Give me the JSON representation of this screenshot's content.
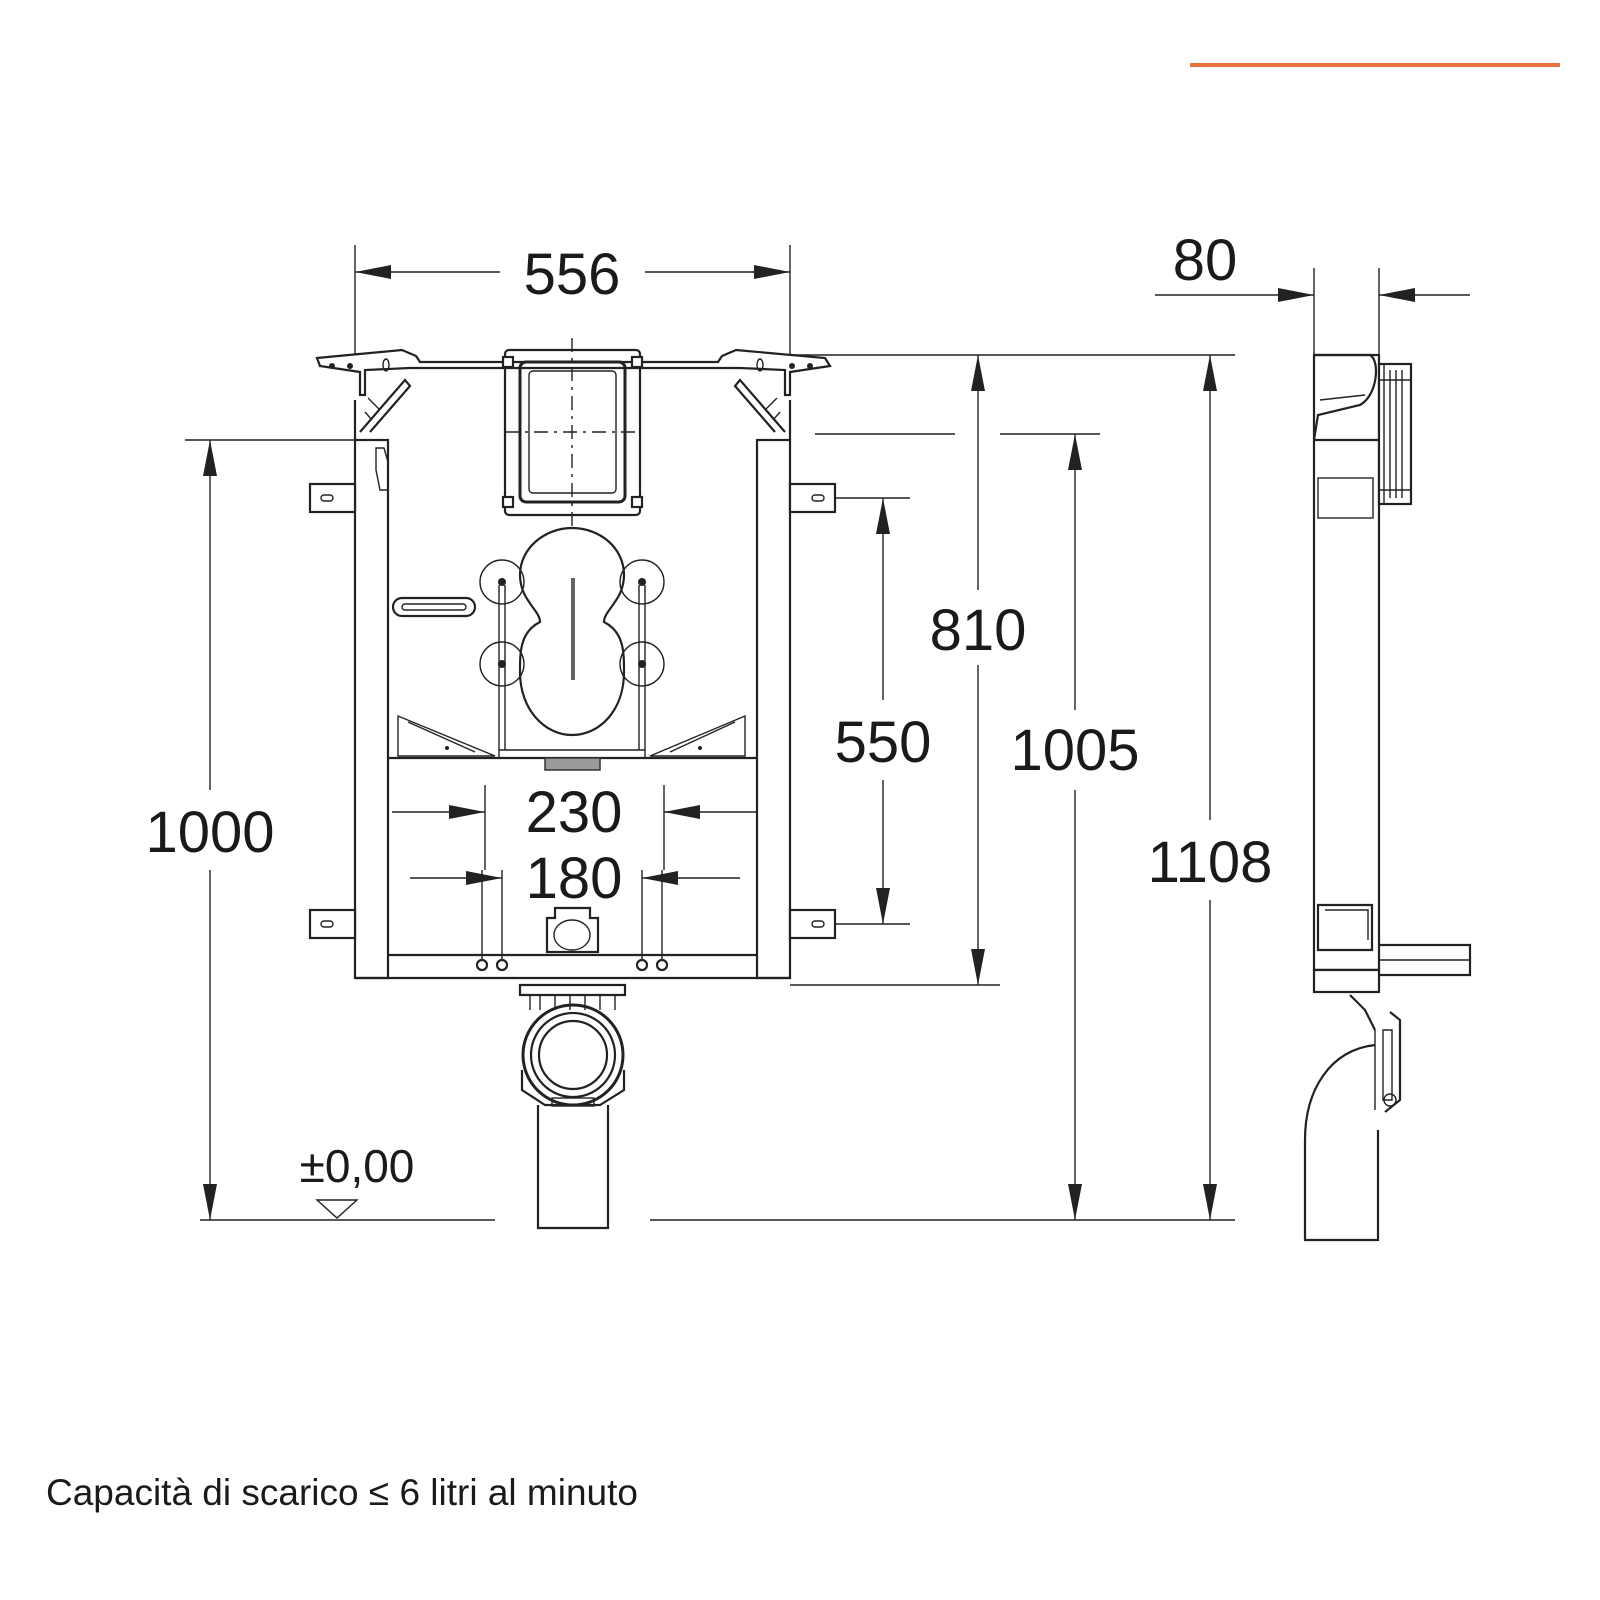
{
  "accent_color": "#e8703a",
  "drawing": {
    "dimensions": {
      "width_556": "556",
      "depth_80": "80",
      "height_810": "810",
      "height_550": "550",
      "height_1005": "1005",
      "height_1108": "1108",
      "height_1000": "1000",
      "spacing_230": "230",
      "spacing_180": "180",
      "floor_level": "±0,00"
    }
  },
  "caption": "Capacità di scarico ≤ 6 litri al minuto"
}
